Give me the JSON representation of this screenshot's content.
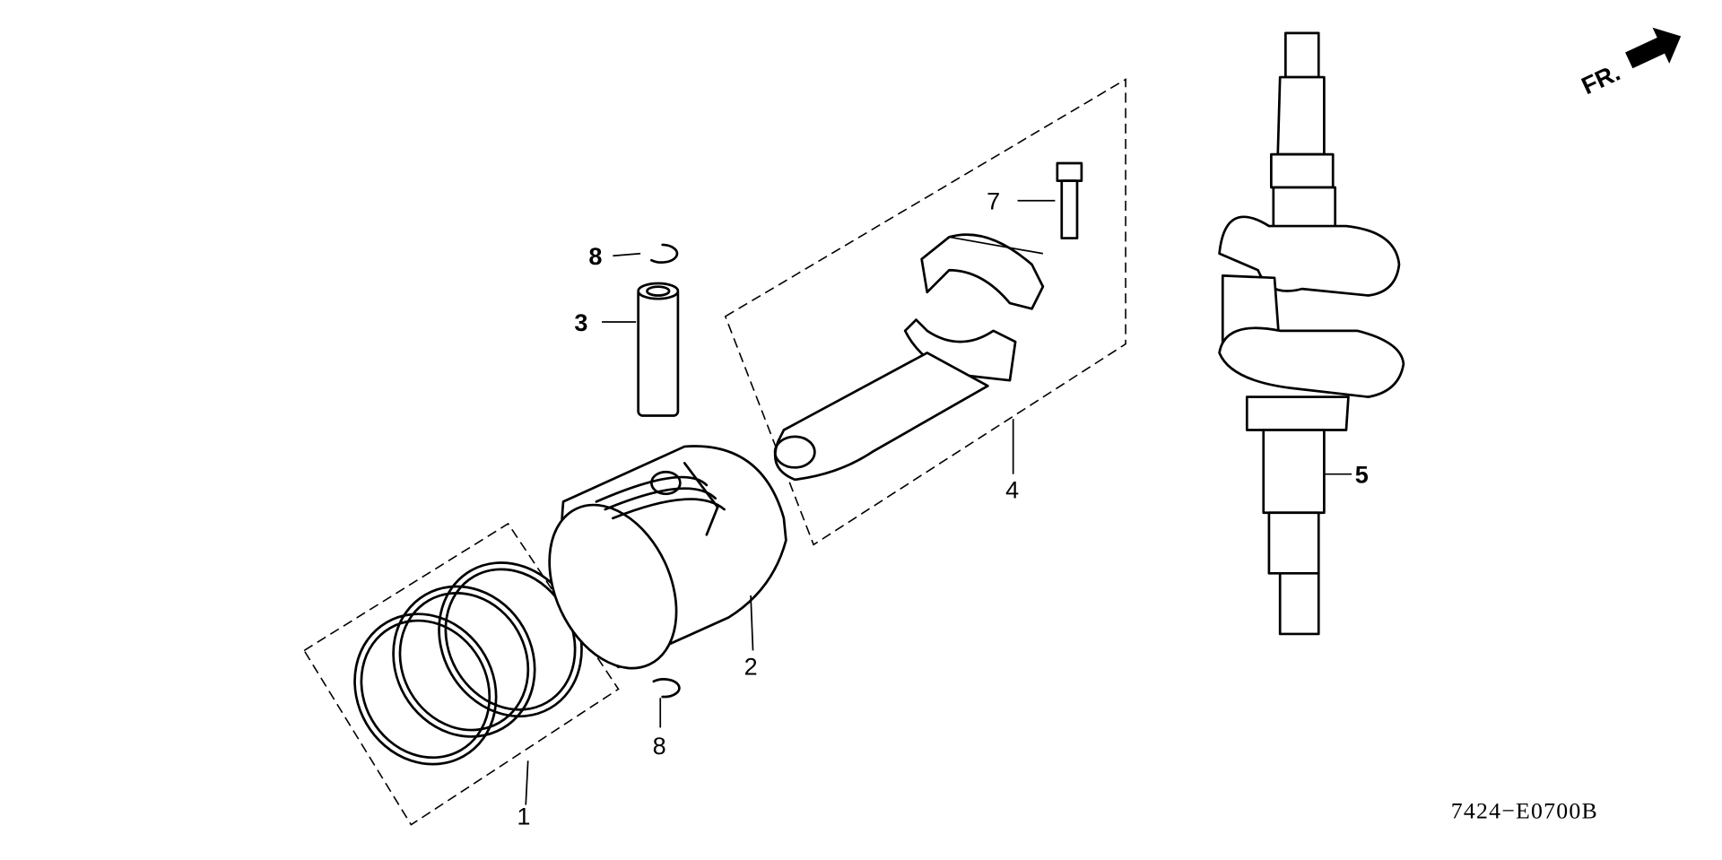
{
  "diagram": {
    "direction_marker": {
      "label": "FR.",
      "icon": "arrow-right-icon"
    },
    "drawing_code": "7424−E0700B",
    "callouts": [
      {
        "number": "1",
        "part": "piston-ring-set"
      },
      {
        "number": "2",
        "part": "piston"
      },
      {
        "number": "3",
        "part": "piston-pin"
      },
      {
        "number": "4",
        "part": "connecting-rod-assembly"
      },
      {
        "number": "5",
        "part": "crankshaft"
      },
      {
        "number": "7",
        "part": "connecting-rod-bolt"
      },
      {
        "number": "8",
        "part": "piston-pin-clip-upper"
      },
      {
        "number": "8",
        "part": "piston-pin-clip-lower"
      }
    ]
  }
}
